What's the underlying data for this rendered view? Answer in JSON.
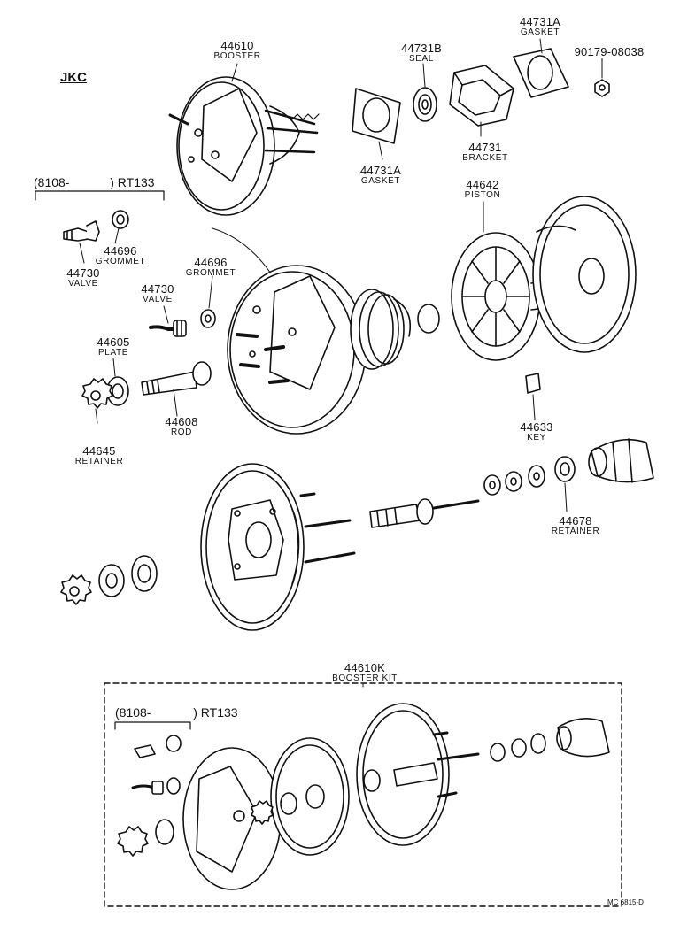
{
  "diagram": {
    "header": "JKC",
    "footer_code": "MC 6815-D",
    "range_top": {
      "open": "(8108-",
      "close": ") RT133"
    },
    "range_kit": {
      "open": "(8108-",
      "close": ") RT133"
    },
    "parts": {
      "booster": {
        "number": "44610",
        "name": "BOOSTER"
      },
      "seal": {
        "number": "44731B",
        "name": "SEAL"
      },
      "gasket_top": {
        "number": "44731A",
        "name": "GASKET"
      },
      "bolt": {
        "number": "90179-08038"
      },
      "bracket": {
        "number": "44731",
        "name": "BRACKET"
      },
      "gasket_mid": {
        "number": "44731A",
        "name": "GASKET"
      },
      "piston": {
        "number": "44642",
        "name": "PISTON"
      },
      "grommet_a": {
        "number": "44696",
        "name": "GROMMET"
      },
      "valve_a": {
        "number": "44730",
        "name": "VALVE"
      },
      "grommet_b": {
        "number": "44696",
        "name": "GROMMET"
      },
      "valve_b": {
        "number": "44730",
        "name": "VALVE"
      },
      "plate": {
        "number": "44605",
        "name": "PLATE"
      },
      "rod": {
        "number": "44608",
        "name": "ROD"
      },
      "retainer_a": {
        "number": "44645",
        "name": "RETAINER"
      },
      "key": {
        "number": "44633",
        "name": "KEY"
      },
      "retainer_b": {
        "number": "44678",
        "name": "RETAINER"
      },
      "kit": {
        "number": "44610K",
        "name": "BOOSTER KIT"
      }
    }
  },
  "colors": {
    "ink": "#111111",
    "paper": "#ffffff"
  }
}
